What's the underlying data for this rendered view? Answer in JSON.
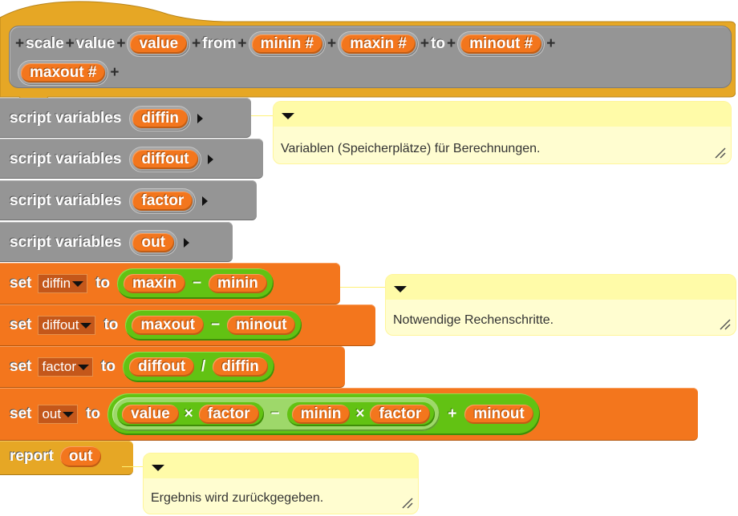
{
  "hat_block": {
    "parts": [
      {
        "type": "label",
        "text": "scale"
      },
      {
        "type": "label",
        "text": "value"
      },
      {
        "type": "input",
        "text": "value"
      },
      {
        "type": "label",
        "text": "from"
      },
      {
        "type": "input",
        "text": "minin #"
      },
      {
        "type": "input",
        "text": "maxin #"
      },
      {
        "type": "label",
        "text": "to"
      },
      {
        "type": "input",
        "text": "minout #"
      },
      {
        "type": "input",
        "text": "maxout #"
      }
    ],
    "plus": "+"
  },
  "script_variables": {
    "label": "script variables",
    "vars": [
      "diffin",
      "diffout",
      "factor",
      "out"
    ]
  },
  "set_blocks": {
    "set_label": "set",
    "to_label": "to",
    "b1": {
      "var": "diffin",
      "left": "maxin",
      "op": "−",
      "right": "minin"
    },
    "b2": {
      "var": "diffout",
      "left": "maxout",
      "op": "−",
      "right": "minout"
    },
    "b3": {
      "var": "factor",
      "left": "diffout",
      "op": "/",
      "right": "diffin"
    },
    "b4": {
      "var": "out",
      "a": "value",
      "op1": "×",
      "b": "factor",
      "op2": "−",
      "c": "minin",
      "op3": "×",
      "d": "factor",
      "op4": "+",
      "e": "minout"
    }
  },
  "report_block": {
    "label": "report",
    "value": "out"
  },
  "comments": [
    {
      "text": "Variablen (Speicherplätze)  für Berechnungen."
    },
    {
      "text": "Notwendige Rechenschritte."
    },
    {
      "text": "Ergebnis wird zurückgegeben."
    }
  ],
  "colors": {
    "control_hat": "#e6a725",
    "other_grey": "#959595",
    "variables_orange": "#f3761d",
    "operators_green": "#62c213",
    "comment_yellow": "#fffdd0"
  }
}
